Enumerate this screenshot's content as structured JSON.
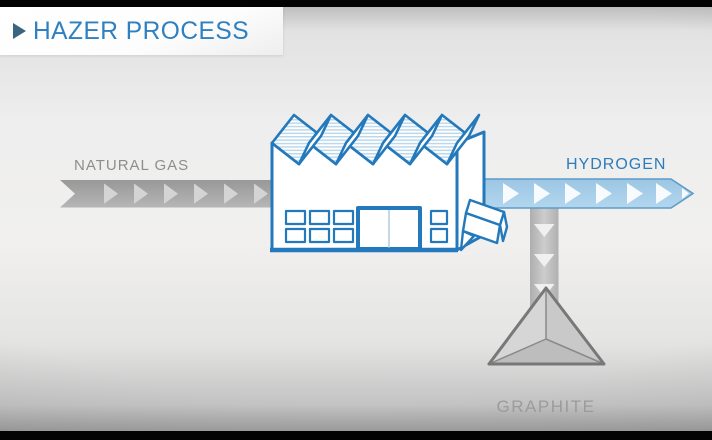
{
  "header": {
    "title": "HAZER PROCESS",
    "play_icon": "play-triangle"
  },
  "process": {
    "input": {
      "label": "NATURAL GAS",
      "flow_direction": "right"
    },
    "plant": {
      "icon": "factory-building",
      "roof_teeth": 5
    },
    "outputs": {
      "gas": {
        "label": "HYDROGEN",
        "flow_direction": "right"
      },
      "solid": {
        "label": "GRAPHITE",
        "flow_direction": "down",
        "icon": "tetrahedron"
      }
    }
  },
  "colors": {
    "accent_blue": "#2e80c1",
    "factory_stroke": "#2379bb",
    "roof_hatch": "#bcd9ec",
    "hydrogen_band": "#a6cde8",
    "gas_band": "#a5a5a5",
    "vertical_band": "#c0c0c0",
    "graphite_fill": "#c9c9c9",
    "label_gray": "#8e8e8e"
  }
}
